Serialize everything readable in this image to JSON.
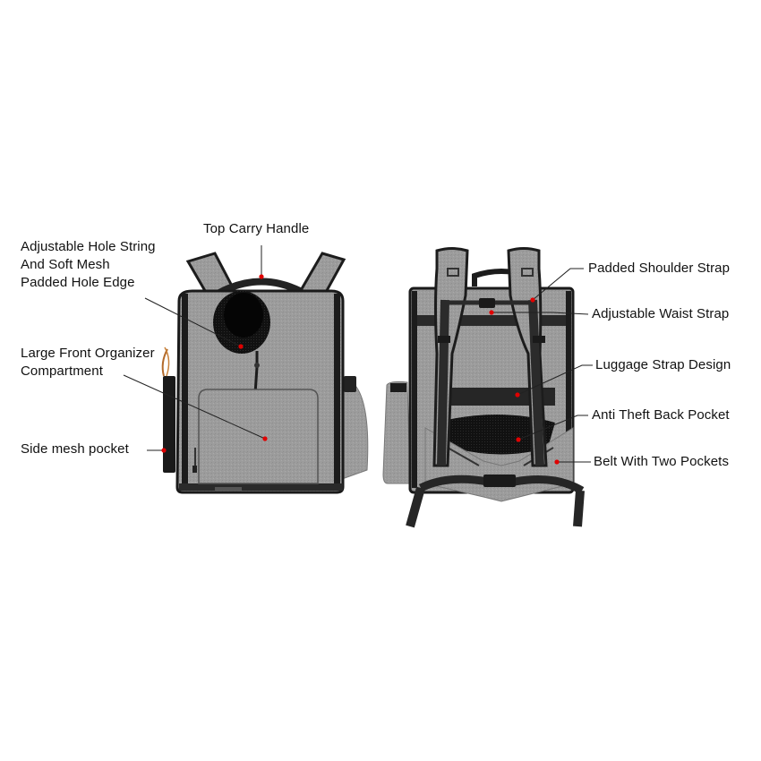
{
  "colors": {
    "background": "#ffffff",
    "fabric": "#9a9a9a",
    "fabric_light": "#a8a8a8",
    "trim": "#1c1c1c",
    "strap": "#2b2b2b",
    "dot": "#e00000",
    "text": "#111111",
    "leader": "#222222"
  },
  "front_view": {
    "labels": [
      {
        "id": "top-carry-handle",
        "lines": [
          "Top Carry Handle"
        ]
      },
      {
        "id": "adjustable-hole-string",
        "lines": [
          "Adjustable Hole String",
          "And Soft Mesh",
          "Padded Hole Edge"
        ]
      },
      {
        "id": "large-front-organizer",
        "lines": [
          "Large Front Organizer",
          "Compartment"
        ]
      },
      {
        "id": "side-mesh-pocket",
        "lines": [
          "Side mesh pocket"
        ]
      }
    ]
  },
  "back_view": {
    "labels": [
      {
        "id": "padded-shoulder-strap",
        "lines": [
          "Padded Shoulder Strap"
        ]
      },
      {
        "id": "adjustable-waist-strap",
        "lines": [
          "Adjustable Waist Strap"
        ]
      },
      {
        "id": "luggage-strap-design",
        "lines": [
          "Luggage Strap Design"
        ]
      },
      {
        "id": "anti-theft-back-pocket",
        "lines": [
          "Anti Theft Back Pocket"
        ]
      },
      {
        "id": "belt-with-two-pockets",
        "lines": [
          "Belt With Two Pockets"
        ]
      }
    ]
  }
}
